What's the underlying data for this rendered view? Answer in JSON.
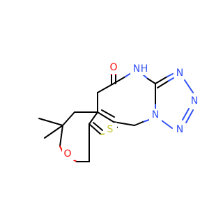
{
  "atoms": {
    "carbonyl_oxygen": {
      "label": "O",
      "color": "#ff0d0d"
    },
    "amide_nitrogen": {
      "label": "N",
      "h_label": "H",
      "color": "#3050f8"
    },
    "tetrazole_n1": {
      "label": "N",
      "color": "#3050f8"
    },
    "tetrazole_n2": {
      "label": "N",
      "color": "#3050f8"
    },
    "tetrazole_n3": {
      "label": "N",
      "color": "#3050f8"
    },
    "bridgehead_nitrogen": {
      "label": "N",
      "color": "#3050f8"
    },
    "thiophene_sulfur": {
      "label": "S",
      "color": "#c6c630"
    },
    "pyran_oxygen": {
      "label": "O",
      "color": "#ff0d0d"
    }
  },
  "bond_colors": {
    "carbon": "#000000",
    "oxygen": "#ff0d0d",
    "nitrogen": "#3050f8",
    "sulfur": "#c6c630"
  }
}
